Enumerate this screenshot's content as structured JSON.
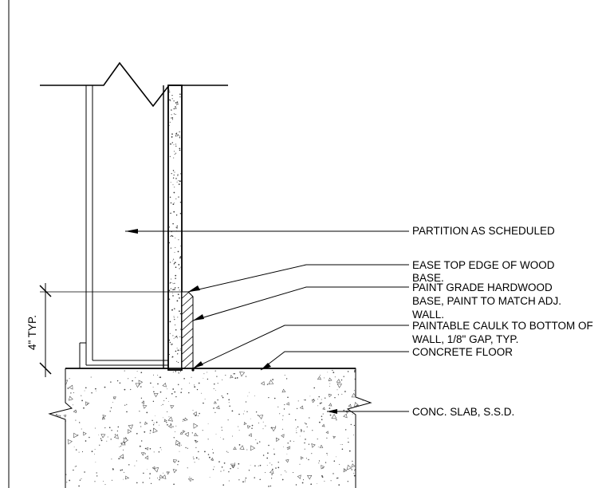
{
  "dimension": {
    "label": "4\" TYP."
  },
  "notes": [
    {
      "lines": [
        "PARTITION AS SCHEDULED"
      ]
    },
    {
      "lines": [
        "EASE TOP EDGE OF WOOD",
        "BASE."
      ]
    },
    {
      "lines": [
        "PAINT GRADE HARDWOOD",
        "BASE, PAINT TO MATCH ADJ.",
        "WALL."
      ]
    },
    {
      "lines": [
        "PAINTABLE CAULK TO BOTTOM OF",
        "WALL, 1/8\" GAP, TYP."
      ]
    },
    {
      "lines": [
        "CONCRETE FLOOR"
      ]
    },
    {
      "lines": [
        "CONC. SLAB, S.S.D."
      ]
    }
  ]
}
